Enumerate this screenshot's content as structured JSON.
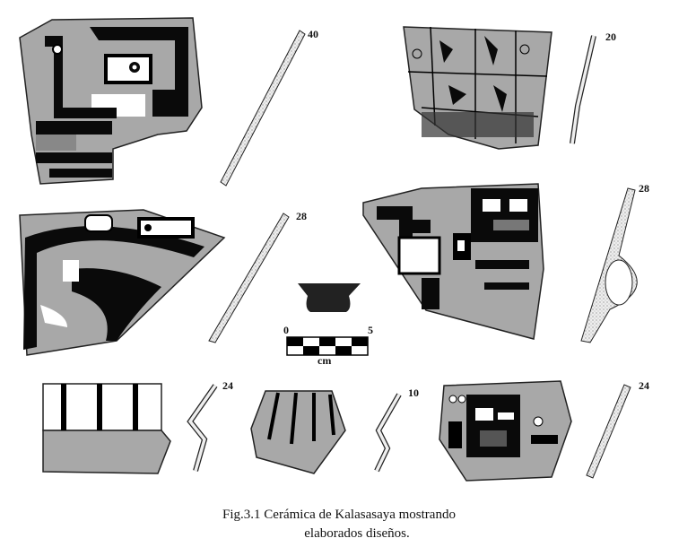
{
  "figure": {
    "profile_labels": [
      "40",
      "20",
      "28",
      "28",
      "24",
      "10",
      "24"
    ],
    "scale": {
      "start": "0",
      "end": "5",
      "unit": "cm"
    },
    "caption_line1": "Fig.3.1  Cerámica de Kalasasaya mostrando",
    "caption_line2": "elaborados diseños."
  },
  "colors": {
    "sherd_fill": "#a8a8a8",
    "motif": "#0a0a0a",
    "profile_fill": "#e6e6e6"
  }
}
